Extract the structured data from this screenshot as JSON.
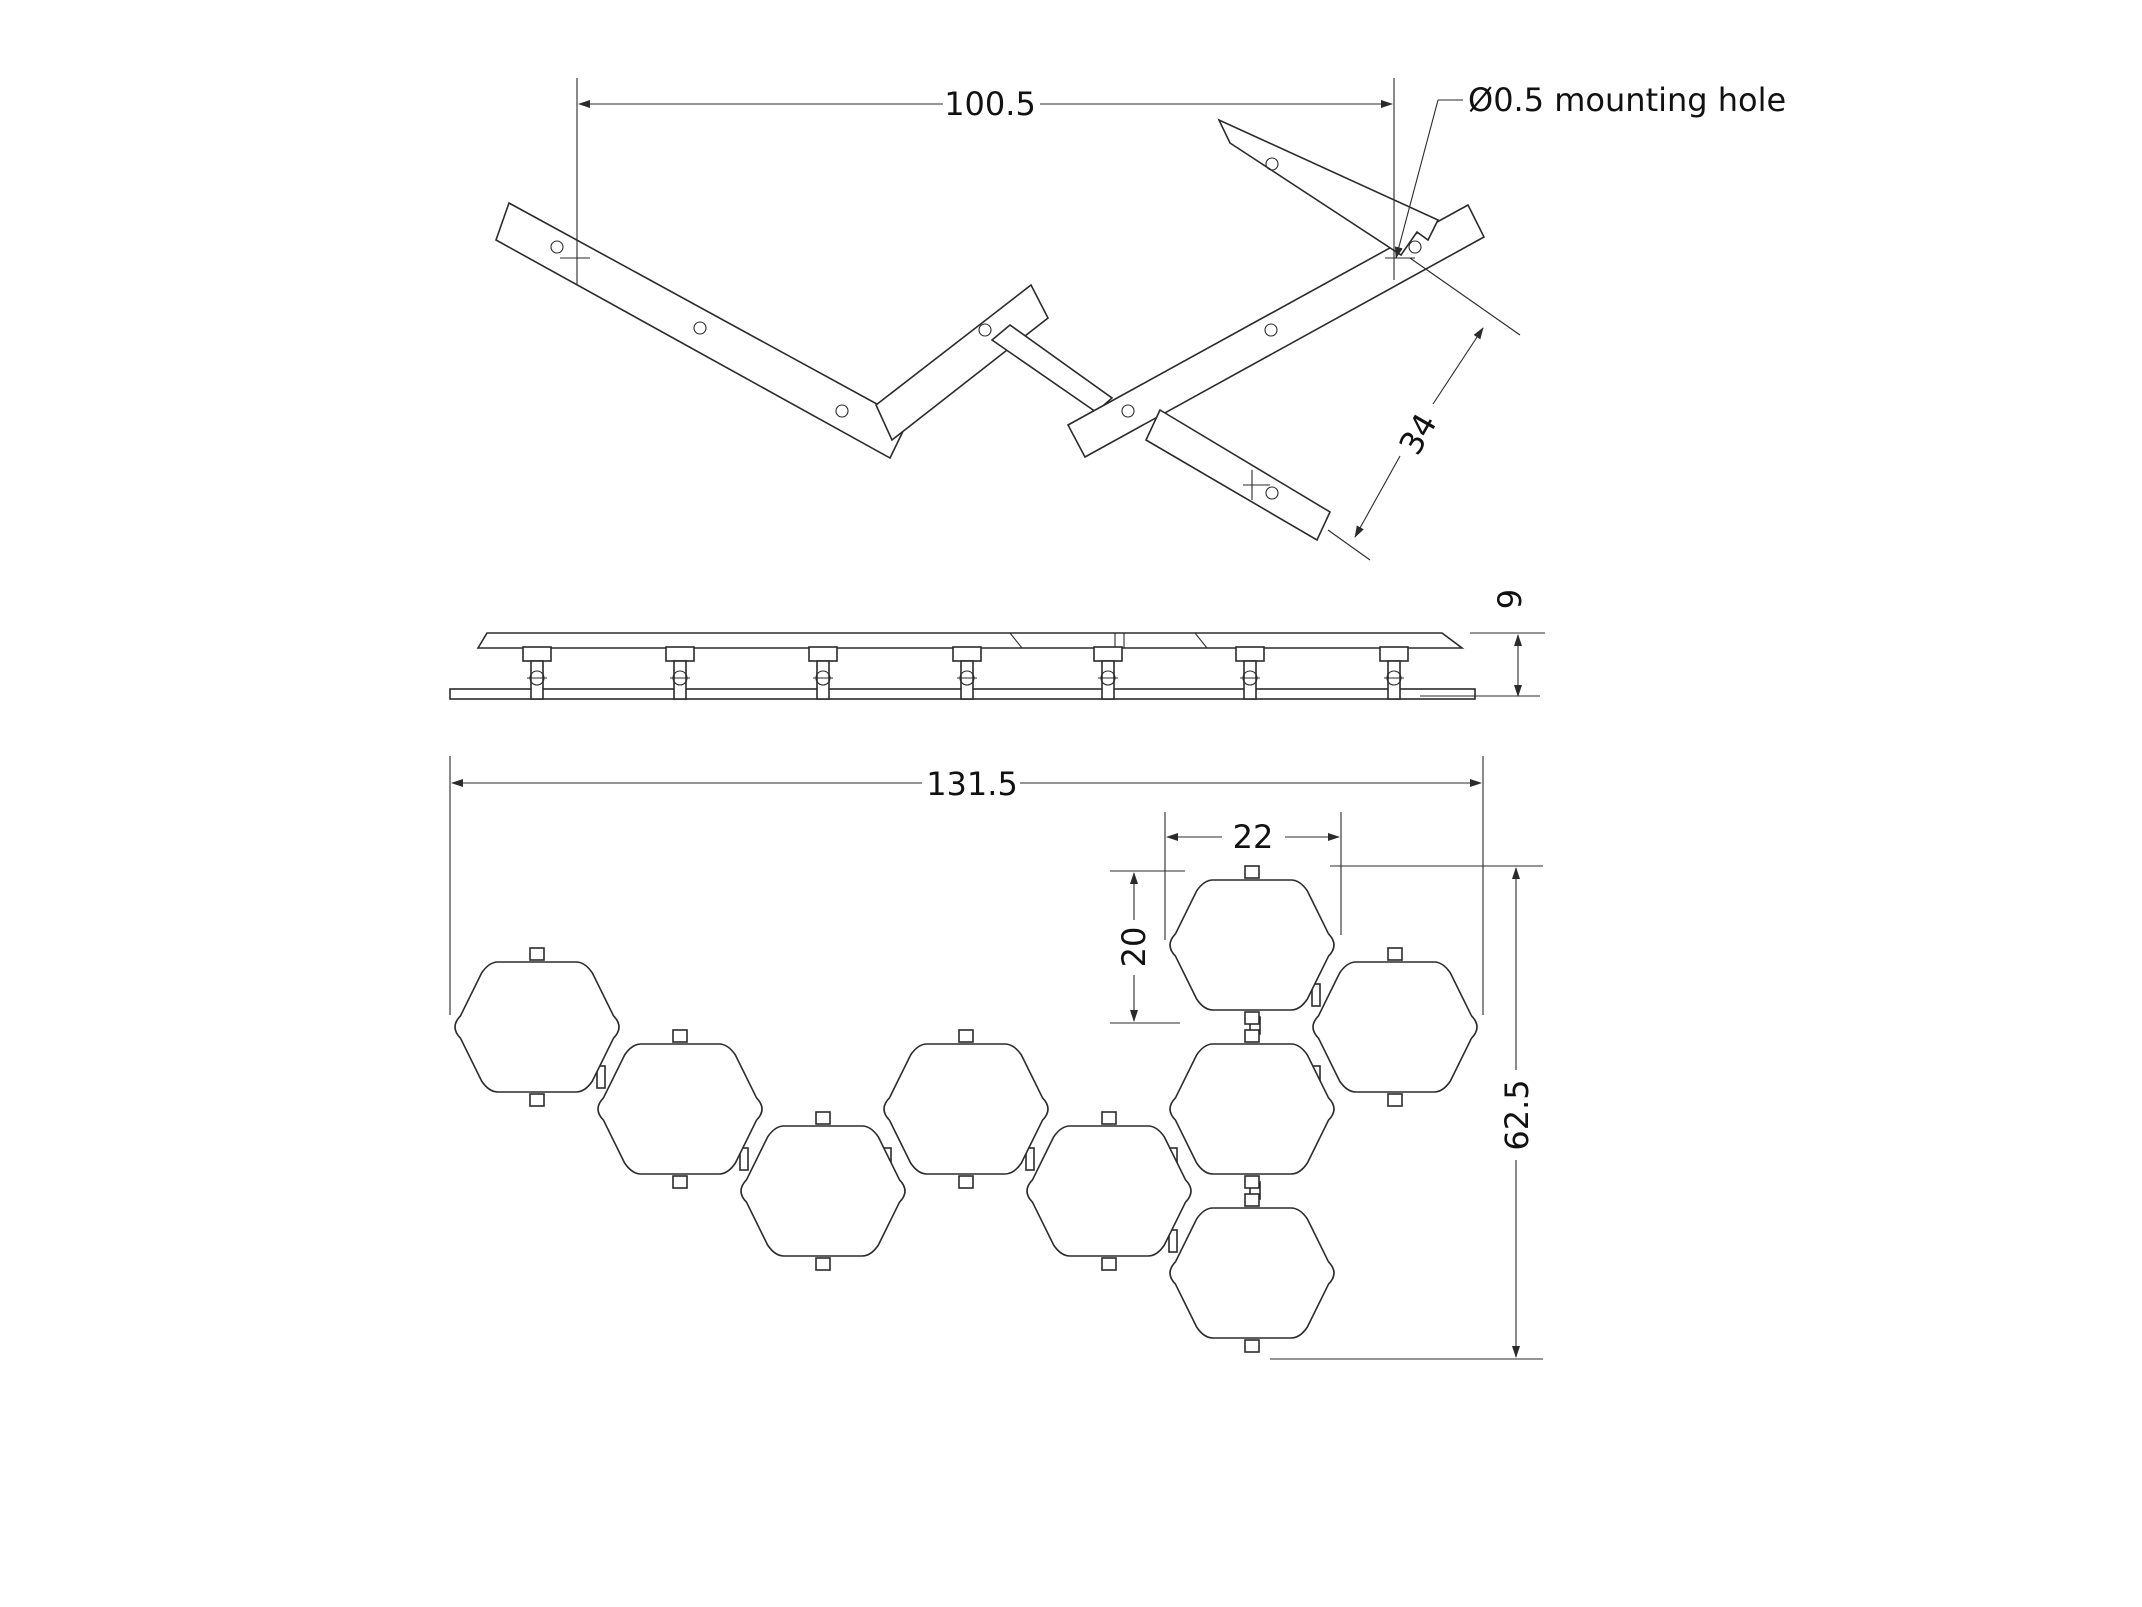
{
  "dimensions": {
    "top_width": "100.5",
    "mounting_hole": "Ø0.5 mounting hole",
    "arm_length": "34",
    "side_height": "9",
    "overall_width": "131.5",
    "hex_width": "22",
    "hex_height": "20",
    "overall_height": "62.5"
  },
  "colors": {
    "line": "#2b2b2b",
    "background": "#ffffff"
  }
}
